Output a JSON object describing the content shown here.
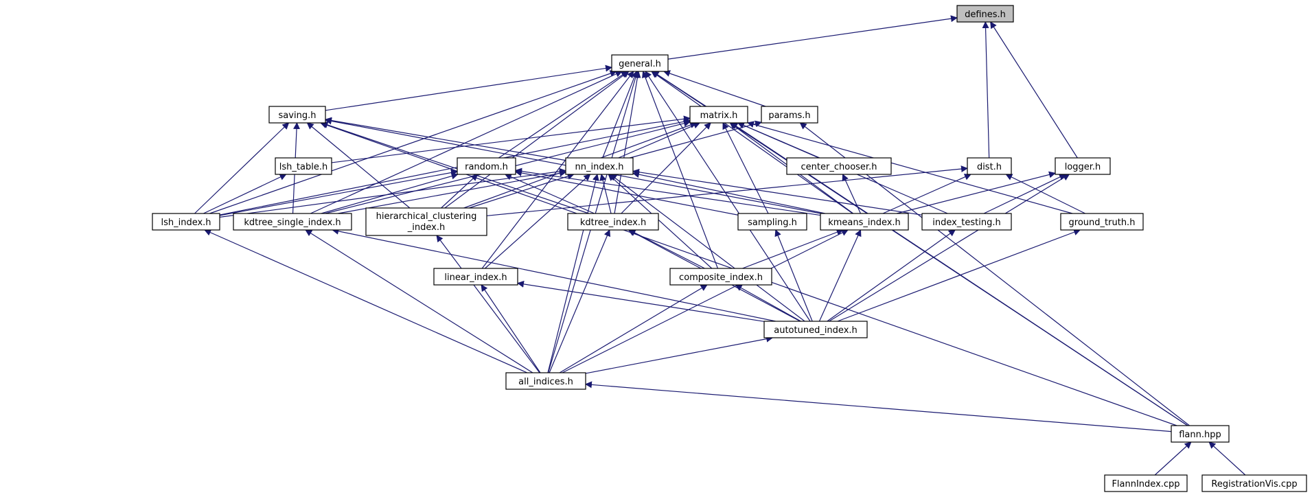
{
  "title": "defines.h dependency graph",
  "colors": {
    "edge": "#191970",
    "node_fill": "#ffffff",
    "root_fill": "#bfbfbf",
    "border": "#000000"
  },
  "nodes": [
    {
      "id": "defines",
      "label": "defines.h"
    },
    {
      "id": "general",
      "label": "general.h"
    },
    {
      "id": "saving",
      "label": "saving.h"
    },
    {
      "id": "matrix",
      "label": "matrix.h"
    },
    {
      "id": "params",
      "label": "params.h"
    },
    {
      "id": "lsh_table",
      "label": "lsh_table.h"
    },
    {
      "id": "random",
      "label": "random.h"
    },
    {
      "id": "nn_index",
      "label": "nn_index.h"
    },
    {
      "id": "center_chooser",
      "label": "center_chooser.h"
    },
    {
      "id": "dist",
      "label": "dist.h"
    },
    {
      "id": "logger",
      "label": "logger.h"
    },
    {
      "id": "lsh_index",
      "label": "lsh_index.h"
    },
    {
      "id": "kdtree_single",
      "label": "kdtree_single_index.h"
    },
    {
      "id": "hierarchical",
      "label": "hierarchical_clustering",
      "label2": "_index.h"
    },
    {
      "id": "kdtree_index",
      "label": "kdtree_index.h"
    },
    {
      "id": "sampling",
      "label": "sampling.h"
    },
    {
      "id": "kmeans",
      "label": "kmeans_index.h"
    },
    {
      "id": "index_testing",
      "label": "index_testing.h"
    },
    {
      "id": "ground_truth",
      "label": "ground_truth.h"
    },
    {
      "id": "linear",
      "label": "linear_index.h"
    },
    {
      "id": "composite",
      "label": "composite_index.h"
    },
    {
      "id": "autotuned",
      "label": "autotuned_index.h"
    },
    {
      "id": "all_indices",
      "label": "all_indices.h"
    },
    {
      "id": "flann",
      "label": "flann.hpp"
    },
    {
      "id": "flannindex_cpp",
      "label": "FlannIndex.cpp"
    },
    {
      "id": "registration_cpp",
      "label": "RegistrationVis.cpp"
    }
  ],
  "edges": [
    [
      "general",
      "defines"
    ],
    [
      "dist",
      "defines"
    ],
    [
      "logger",
      "defines"
    ],
    [
      "saving",
      "general"
    ],
    [
      "matrix",
      "general"
    ],
    [
      "params",
      "general"
    ],
    [
      "random",
      "general"
    ],
    [
      "nn_index",
      "general"
    ],
    [
      "lsh_index",
      "general"
    ],
    [
      "kdtree_single",
      "general"
    ],
    [
      "hierarchical",
      "general"
    ],
    [
      "kdtree_index",
      "general"
    ],
    [
      "kmeans",
      "general"
    ],
    [
      "linear",
      "general"
    ],
    [
      "composite",
      "general"
    ],
    [
      "autotuned",
      "general"
    ],
    [
      "all_indices",
      "general"
    ],
    [
      "flann",
      "general"
    ],
    [
      "lsh_index",
      "saving"
    ],
    [
      "kdtree_single",
      "saving"
    ],
    [
      "hierarchical",
      "saving"
    ],
    [
      "nn_index",
      "saving"
    ],
    [
      "kdtree_index",
      "saving"
    ],
    [
      "kmeans",
      "saving"
    ],
    [
      "flann",
      "saving"
    ],
    [
      "nn_index",
      "matrix"
    ],
    [
      "lsh_table",
      "matrix"
    ],
    [
      "lsh_index",
      "matrix"
    ],
    [
      "kdtree_single",
      "matrix"
    ],
    [
      "hierarchical",
      "matrix"
    ],
    [
      "kdtree_index",
      "matrix"
    ],
    [
      "sampling",
      "matrix"
    ],
    [
      "center_chooser",
      "matrix"
    ],
    [
      "kmeans",
      "matrix"
    ],
    [
      "index_testing",
      "matrix"
    ],
    [
      "ground_truth",
      "matrix"
    ],
    [
      "flann",
      "matrix"
    ],
    [
      "nn_index",
      "params"
    ],
    [
      "flann",
      "params"
    ],
    [
      "lsh_index",
      "lsh_table"
    ],
    [
      "lsh_index",
      "random"
    ],
    [
      "kdtree_single",
      "random"
    ],
    [
      "hierarchical",
      "random"
    ],
    [
      "kdtree_index",
      "random"
    ],
    [
      "kmeans",
      "random"
    ],
    [
      "sampling",
      "random"
    ],
    [
      "lsh_index",
      "nn_index"
    ],
    [
      "kdtree_single",
      "nn_index"
    ],
    [
      "hierarchical",
      "nn_index"
    ],
    [
      "kdtree_index",
      "nn_index"
    ],
    [
      "kmeans",
      "nn_index"
    ],
    [
      "linear",
      "nn_index"
    ],
    [
      "composite",
      "nn_index"
    ],
    [
      "autotuned",
      "nn_index"
    ],
    [
      "all_indices",
      "nn_index"
    ],
    [
      "index_testing",
      "nn_index"
    ],
    [
      "kmeans",
      "center_chooser"
    ],
    [
      "hierarchical",
      "dist"
    ],
    [
      "kmeans",
      "dist"
    ],
    [
      "ground_truth",
      "dist"
    ],
    [
      "kmeans",
      "logger"
    ],
    [
      "index_testing",
      "logger"
    ],
    [
      "autotuned",
      "logger"
    ],
    [
      "all_indices",
      "lsh_index"
    ],
    [
      "autotuned",
      "kdtree_single"
    ],
    [
      "all_indices",
      "kdtree_single"
    ],
    [
      "all_indices",
      "hierarchical"
    ],
    [
      "composite",
      "kdtree_index"
    ],
    [
      "autotuned",
      "kdtree_index"
    ],
    [
      "all_indices",
      "kdtree_index"
    ],
    [
      "autotuned",
      "sampling"
    ],
    [
      "composite",
      "kmeans"
    ],
    [
      "autotuned",
      "kmeans"
    ],
    [
      "all_indices",
      "kmeans"
    ],
    [
      "autotuned",
      "index_testing"
    ],
    [
      "autotuned",
      "ground_truth"
    ],
    [
      "autotuned",
      "linear"
    ],
    [
      "all_indices",
      "linear"
    ],
    [
      "autotuned",
      "composite"
    ],
    [
      "all_indices",
      "composite"
    ],
    [
      "all_indices",
      "autotuned"
    ],
    [
      "flann",
      "all_indices"
    ],
    [
      "flannindex_cpp",
      "flann"
    ],
    [
      "registration_cpp",
      "flann"
    ]
  ]
}
